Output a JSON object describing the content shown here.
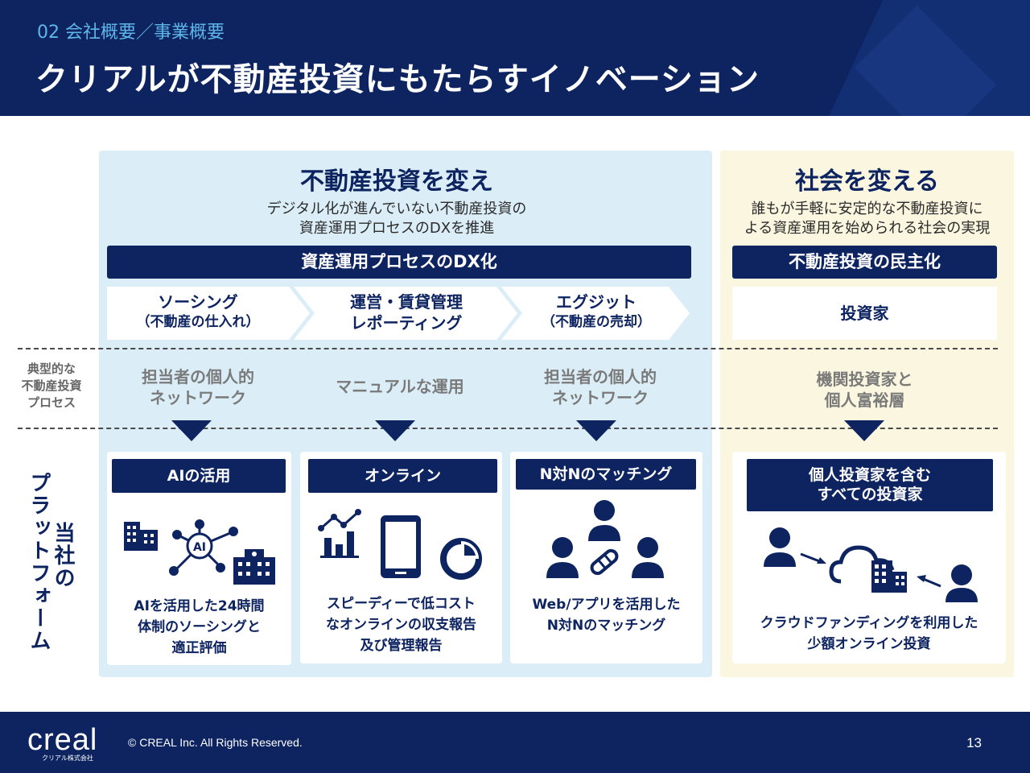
{
  "header": {
    "section": "02 会社概要／事業概要",
    "title": "クリアルが不動産投資にもたらすイノベーション"
  },
  "left": {
    "title": "不動産投資を変え",
    "subtitle_line1": "デジタル化が進んでいない不動産投資の",
    "subtitle_line2": "資産運用プロセスのDXを推進",
    "bar": "資産運用プロセスのDX化",
    "steps": [
      {
        "line1": "ソーシング",
        "line2": "（不動産の仕入れ）"
      },
      {
        "line1": "運営・賃貸管理",
        "line2": "レポーティング"
      },
      {
        "line1": "エグジット",
        "line2": "（不動産の売却）"
      }
    ]
  },
  "right": {
    "title": "社会を変える",
    "subtitle_line1": "誰もが手軽に安定的な不動産投資に",
    "subtitle_line2": "よる資産運用を始められる社会の実現",
    "bar": "不動産投資の民主化",
    "step": "投資家"
  },
  "typical": {
    "label_line1": "典型的な",
    "label_line2": "不動産投資",
    "label_line3": "プロセス",
    "items": [
      {
        "line1": "担当者の個人的",
        "line2": "ネットワーク"
      },
      {
        "line1": "マニュアルな運用",
        "line2": ""
      },
      {
        "line1": "担当者の個人的",
        "line2": "ネットワーク"
      },
      {
        "line1": "機関投資家と",
        "line2": "個人富裕層"
      }
    ]
  },
  "platform": {
    "label_col1": "当社の",
    "label_col2": "プラットフォーム",
    "cards": [
      {
        "title": "AIの活用",
        "text1": "AIを活用した24時間",
        "text2": "体制のソーシングと",
        "text3": "適正評価",
        "icon_label": "AI"
      },
      {
        "title": "オンライン",
        "text1": "スピーディーで低コスト",
        "text2": "なオンラインの収支報告",
        "text3": "及び管理報告"
      },
      {
        "title": "N対Nのマッチング",
        "text1": "Web/アプリを活用した",
        "text2": "N対Nのマッチング",
        "text3": ""
      },
      {
        "title_line1": "個人投資家を含む",
        "title_line2": "すべての投資家",
        "text1": "クラウドファンディングを利用した",
        "text2": "少額オンライン投資"
      }
    ]
  },
  "footer": {
    "logo": "creal",
    "logo_sub": "クリアル株式会社",
    "copyright": "© CREAL Inc. All Rights Reserved.",
    "page": "13"
  },
  "colors": {
    "navy": "#0d2461",
    "light_blue": "#dbeef8",
    "cream": "#fbf6df",
    "accent": "#5fb6e8"
  }
}
